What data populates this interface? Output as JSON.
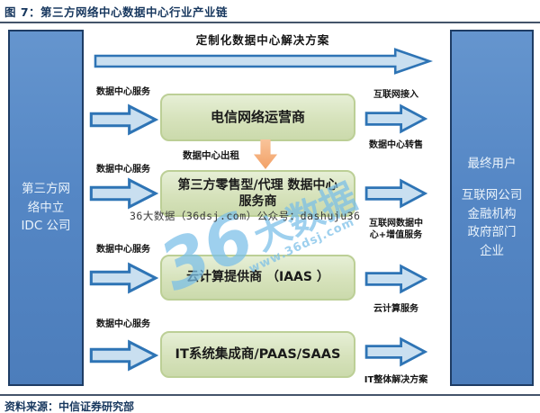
{
  "header": {
    "title": "图 7：第三方网络中心数据中心行业产业链"
  },
  "footer": {
    "source": "资料来源：中信证券研究部"
  },
  "left_box": {
    "lines": [
      "第三方网",
      "络中立",
      "IDC 公司"
    ]
  },
  "right_box": {
    "title": "最终用户",
    "lines": [
      "互联网公司",
      "金融机构",
      "政府部门",
      "企业"
    ]
  },
  "top_flow": {
    "label": "定制化数据中心解决方案"
  },
  "providers": [
    "电信网络运营商",
    "第三方零售型/代理 数据中心服务商",
    "云计算提供商 （IAAS ）",
    "IT系统集成商/PAAS/SAAS"
  ],
  "left_flows": [
    "数据中心服务",
    "数据中心服务",
    "数据中心服务",
    "数据中心服务"
  ],
  "right_flows": {
    "row1_above": "互联网接入",
    "row1_below": "数据中心转售",
    "row2_below": "互联网数据中心+增值服务",
    "row3_below": "云计算服务",
    "row4_below": "IT整体解决方案"
  },
  "inner_flow": {
    "label": "数据中心出租"
  },
  "watermark": {
    "line": "36大数据（36dsj.com）公众号：dashuju36",
    "logo_number": "36",
    "logo_text": "大数据",
    "logo_url": "www.36dsj.com"
  },
  "colors": {
    "navy": "#17375E",
    "side_box_fill": "#5587C5",
    "side_box_border": "#1E3C64",
    "green_fill": "#D6E2BB",
    "green_border": "#BCCF96",
    "arrow_fill": "#C9DFF0",
    "arrow_border": "#2E74B5",
    "orange": "#F6AE78",
    "watermark_blue": "#78BEE8"
  }
}
